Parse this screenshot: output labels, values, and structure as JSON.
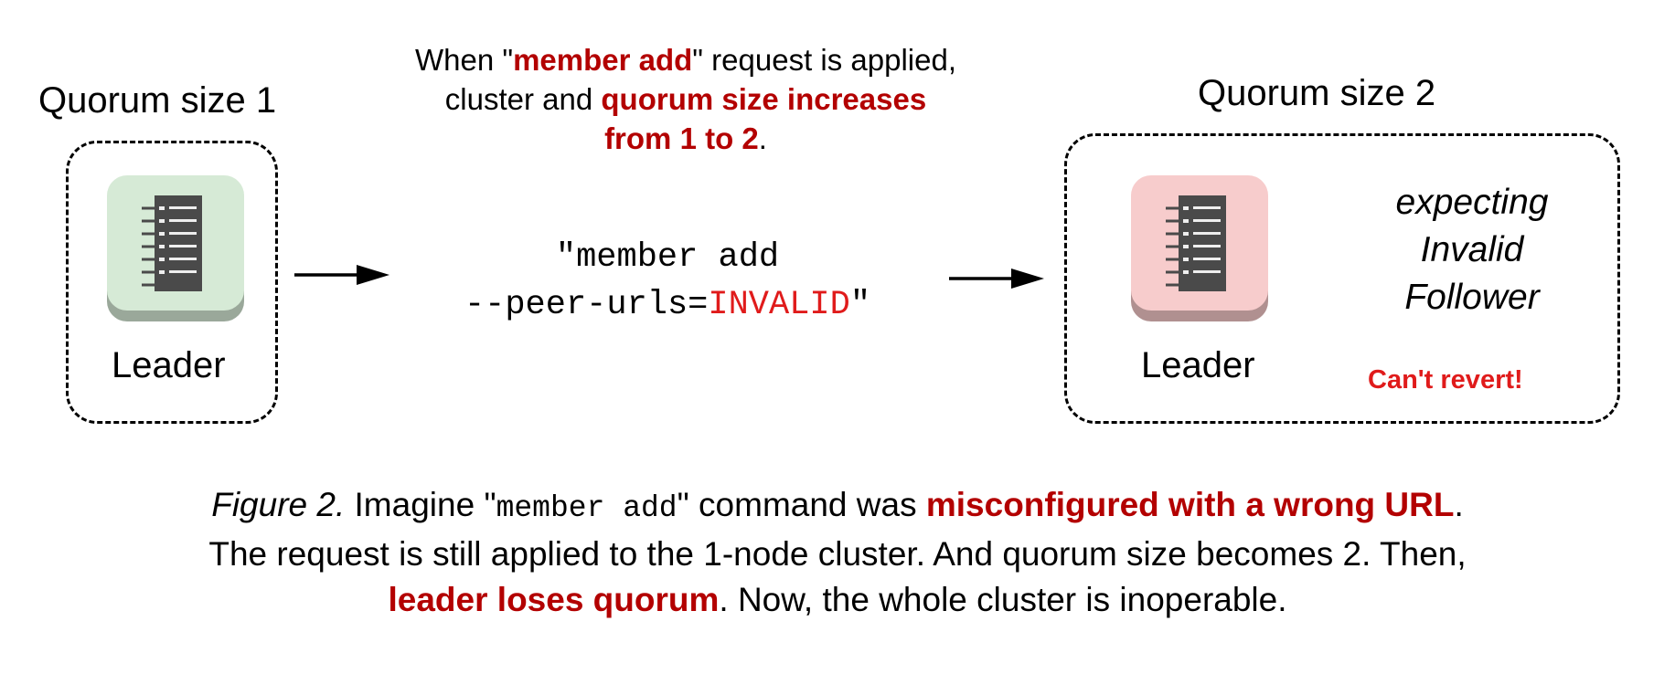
{
  "left": {
    "title": "Quorum size 1",
    "node_label": "Leader",
    "icon": "server-rack-icon",
    "tile_color": "#d6ead6",
    "tile_shadow": "#9aa89a"
  },
  "note": {
    "line1_pre": "When \"",
    "line1_red": "member add",
    "line1_post": "\" request is applied,",
    "line2_pre": "cluster and ",
    "line2_red": "quorum size increases",
    "line3_red": "from 1 to 2",
    "line3_post": "."
  },
  "command": {
    "line1": "\"member add",
    "line2_pre": "--peer-urls=",
    "line2_red": "INVALID",
    "line2_post": "\""
  },
  "right": {
    "title": "Quorum size 2",
    "node_label": "Leader",
    "icon": "server-rack-icon",
    "tile_color": "#f7cccc",
    "tile_shadow": "#b09090",
    "expect_line1": "expecting",
    "expect_line2": "Invalid",
    "expect_line3": "Follower",
    "warning": "Can't revert!"
  },
  "caption": {
    "fig": "Figure 2.",
    "l1_a": " Imagine \"",
    "l1_mono": "member add",
    "l1_b": "\" command was ",
    "l1_red": "misconfigured with a wrong URL",
    "l1_c": ".",
    "l2": "The request is still applied to the 1-node cluster. And quorum size becomes 2. Then,",
    "l3_red": "leader loses quorum",
    "l3_b": ". Now, the whole cluster is inoperable."
  },
  "colors": {
    "accent_red": "#b30000",
    "invalid_red": "#e01b1b",
    "icon_dark": "#4a4a4a"
  }
}
